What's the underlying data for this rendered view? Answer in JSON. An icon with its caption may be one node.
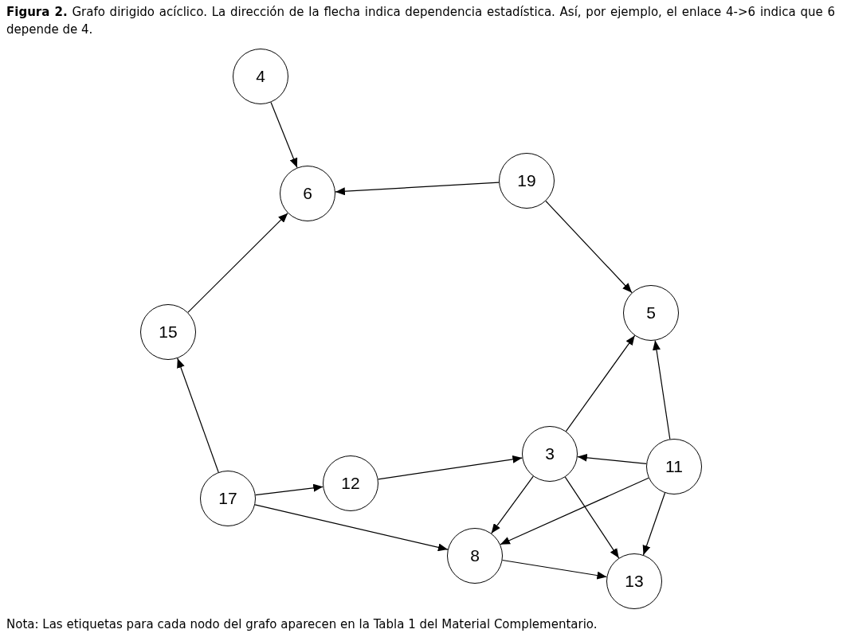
{
  "diagram": {
    "title": "**Figura 2.** Grafo dirigido acíclico. La dirección de la flecha indica dependencia estadística. Así, por ejemplo, el enlace 4->6 indica que 6 depende de 4.",
    "caption": "Nota: Las etiquetas para cada nodo del grafo aparecen en la Tabla 1 del Material Complementario.",
    "nodes": [
      {
        "text": [
          "4"
        ]
      },
      {
        "text": [
          "6"
        ]
      },
      {
        "text": [
          "19"
        ]
      },
      {
        "text": [
          "5"
        ]
      },
      {
        "text": [
          "15"
        ]
      },
      {
        "text": [
          "3"
        ]
      },
      {
        "text": [
          "11"
        ]
      },
      {
        "text": [
          "17"
        ]
      },
      {
        "text": [
          "12"
        ]
      },
      {
        "text": [
          "8"
        ]
      },
      {
        "text": [
          "13"
        ]
      }
    ],
    "edges": [
      {
        "from": 0,
        "to": 1,
        "arrow": "to"
      },
      {
        "from": 2,
        "to": 1,
        "arrow": "to"
      },
      {
        "from": 2,
        "to": 3,
        "arrow": "to"
      },
      {
        "from": 4,
        "to": 1,
        "arrow": "to"
      },
      {
        "from": 7,
        "to": 4,
        "arrow": "to"
      },
      {
        "from": 7,
        "to": 8,
        "arrow": "to"
      },
      {
        "from": 7,
        "to": 9,
        "arrow": "to"
      },
      {
        "from": 8,
        "to": 5,
        "arrow": "to"
      },
      {
        "from": 5,
        "to": 3,
        "arrow": "to"
      },
      {
        "from": 6,
        "to": 3,
        "arrow": "to"
      },
      {
        "from": 6,
        "to": 5,
        "arrow": "to"
      },
      {
        "from": 6,
        "to": 9,
        "arrow": "to"
      },
      {
        "from": 6,
        "to": 10,
        "arrow": "to"
      },
      {
        "from": 5,
        "to": 9,
        "arrow": "to"
      },
      {
        "from": 5,
        "to": 10,
        "arrow": "to"
      },
      {
        "from": 9,
        "to": 10,
        "arrow": "to"
      }
    ]
  }
}
